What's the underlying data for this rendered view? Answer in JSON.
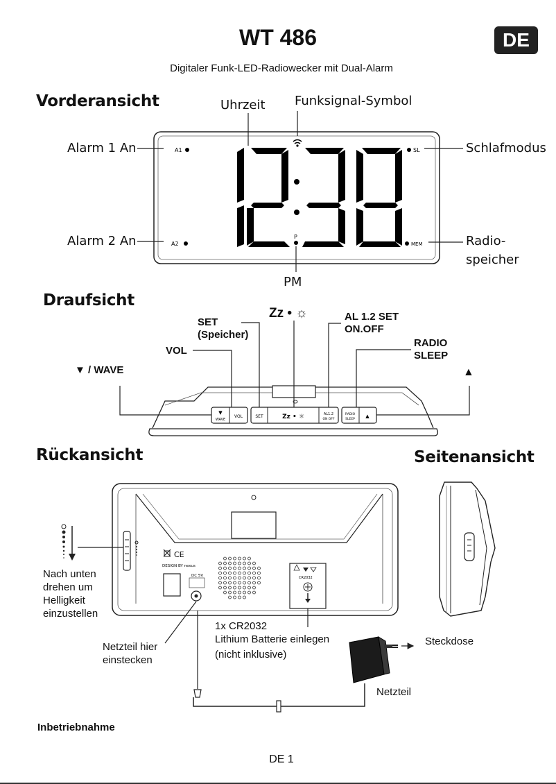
{
  "header": {
    "title": "WT 486",
    "subtitle": "Digitaler Funk-LED-Radiowecker mit Dual-Alarm",
    "language_badge": "DE"
  },
  "front_view": {
    "heading": "Vorderansicht",
    "display_time": "12:38",
    "labels": {
      "time": "Uhrzeit",
      "radio_signal": "Funksignal-Symbol",
      "alarm1": "Alarm 1 An",
      "alarm2": "Alarm 2 An",
      "sleep_mode": "Schlafmodus",
      "radio_memory_line1": "Radio-",
      "radio_memory_line2": "speicher",
      "pm": "PM"
    },
    "screen_marks": {
      "a1": "A1",
      "a2": "A2",
      "sl": "SL",
      "mem": "MEM",
      "p": "P"
    }
  },
  "top_view": {
    "heading": "Draufsicht",
    "labels": {
      "down_wave": "▼ / WAVE",
      "vol": "VOL",
      "set_line1": "SET",
      "set_line2": "(Speicher)",
      "zz_brightness": "Zz • ☼",
      "al_line1": "AL 1.2 SET",
      "al_line2": "ON.OFF",
      "radio_line1": "RADIO",
      "radio_line2": "SLEEP",
      "up": "▲"
    },
    "button_marks": {
      "down": "▼",
      "wave": "WAVE",
      "vol": "VOL",
      "set": "SET",
      "zz": "Zz • ☼",
      "al1": "AL1.2",
      "al2": "ON OFF",
      "radio1": "RADIO",
      "radio2": "SLEEP",
      "up": "▲"
    }
  },
  "back_view": {
    "heading": "Rückansicht",
    "dimmer_line1": "Nach unten",
    "dimmer_line2": "drehen um",
    "dimmer_line3": "Helligkeit",
    "dimmer_line4": "einzustellen",
    "power_line1": "Netzteil hier",
    "power_line2": "einstecken",
    "battery_line1": "1x CR2032",
    "battery_line2": "Lithium Batterie einlegen",
    "battery_line3": "(nicht inklusive)",
    "outlet": "Steckdose",
    "adapter": "Netzteil",
    "label_ce": "CE",
    "label_design": "DESIGN BY nexus",
    "label_dc": "DC 5V",
    "battery_type": "CR2032"
  },
  "side_view": {
    "heading": "Seitenansicht"
  },
  "footer": {
    "section_title": "Inbetriebnahme",
    "page": "DE 1"
  }
}
